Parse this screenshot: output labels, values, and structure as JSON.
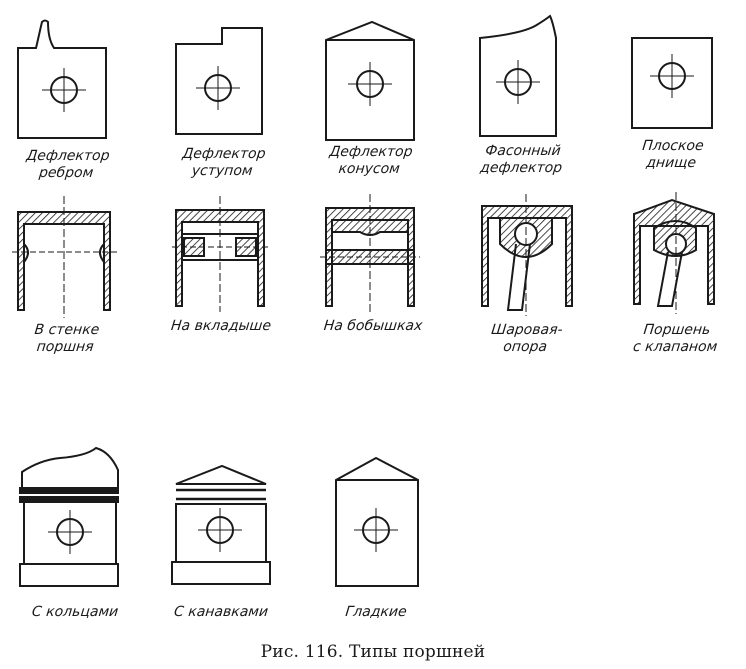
{
  "caption": "Рис. 116. Типы поршней",
  "pistons": [
    {
      "id": "fin",
      "lines": [
        "Дефлектор",
        "ребром"
      ]
    },
    {
      "id": "step",
      "lines": [
        "Дефлектор",
        "уступом"
      ]
    },
    {
      "id": "cone",
      "lines": [
        "Дефлектор",
        "конусом"
      ]
    },
    {
      "id": "shaped",
      "lines": [
        "Фасонный",
        "дефлектор"
      ]
    },
    {
      "id": "flat",
      "lines": [
        "Плоское",
        "днище"
      ]
    },
    {
      "id": "wall",
      "lines": [
        "В стенке",
        "поршня"
      ]
    },
    {
      "id": "insert",
      "lines": [
        "На вкладыше"
      ]
    },
    {
      "id": "bosses",
      "lines": [
        "На бобышках"
      ]
    },
    {
      "id": "ball",
      "lines": [
        "Шаровая-",
        "опора"
      ]
    },
    {
      "id": "valve",
      "lines": [
        "Поршень",
        "с клапаном"
      ]
    },
    {
      "id": "rings",
      "lines": [
        "С кольцами"
      ]
    },
    {
      "id": "grooves",
      "lines": [
        "С канавками"
      ]
    },
    {
      "id": "smooth",
      "lines": [
        "Гладкие"
      ]
    }
  ],
  "colors": {
    "ink": "#1a1a1a",
    "paper": "#ffffff"
  }
}
